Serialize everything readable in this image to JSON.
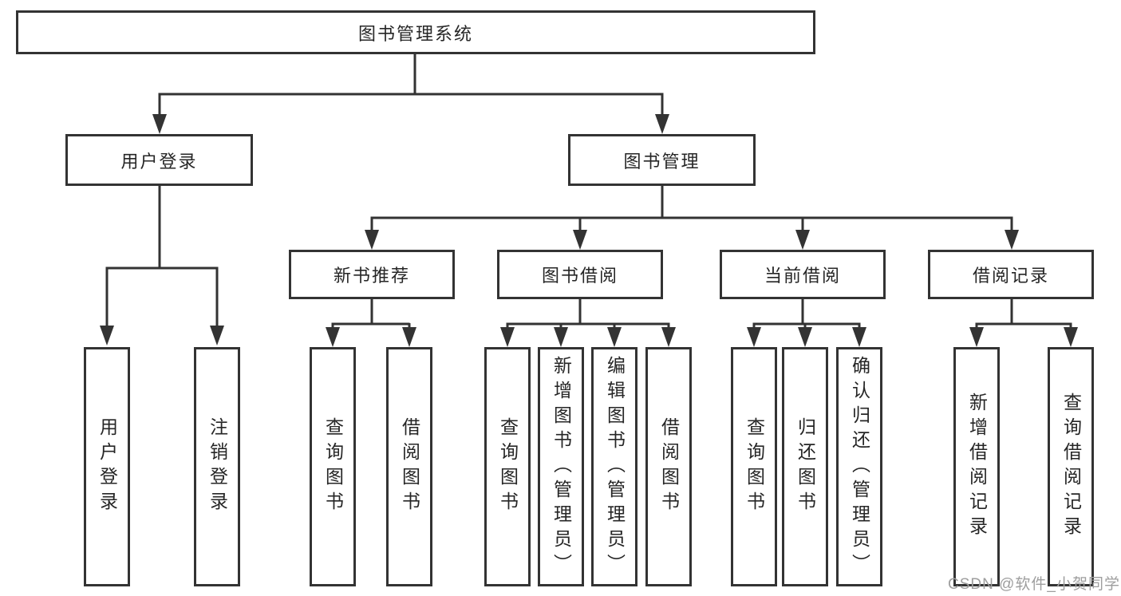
{
  "diagram": {
    "root": {
      "label": "图书管理系统"
    },
    "level2": [
      {
        "label": "用户登录"
      },
      {
        "label": "图书管理"
      }
    ],
    "level3": [
      {
        "label": "新书推荐"
      },
      {
        "label": "图书借阅"
      },
      {
        "label": "当前借阅"
      },
      {
        "label": "借阅记录"
      }
    ],
    "leaves": [
      {
        "label": "用户登录"
      },
      {
        "label": "注销登录"
      },
      {
        "label": "查询图书"
      },
      {
        "label": "借阅图书"
      },
      {
        "label": "查询图书"
      },
      {
        "label": "新增图书（管理员）"
      },
      {
        "label": "编辑图书（管理员）"
      },
      {
        "label": "借阅图书"
      },
      {
        "label": "查询图书"
      },
      {
        "label": "归还图书"
      },
      {
        "label": "确认归还（管理员）"
      },
      {
        "label": "新增借阅记录"
      },
      {
        "label": "查询借阅记录"
      }
    ]
  },
  "watermark": {
    "text": "CSDN @软件_小贺同学"
  },
  "colors": {
    "line": "#333333",
    "box_border": "#333333",
    "text": "#262626",
    "watermark": "#9e9e9e",
    "background": "#ffffff"
  }
}
